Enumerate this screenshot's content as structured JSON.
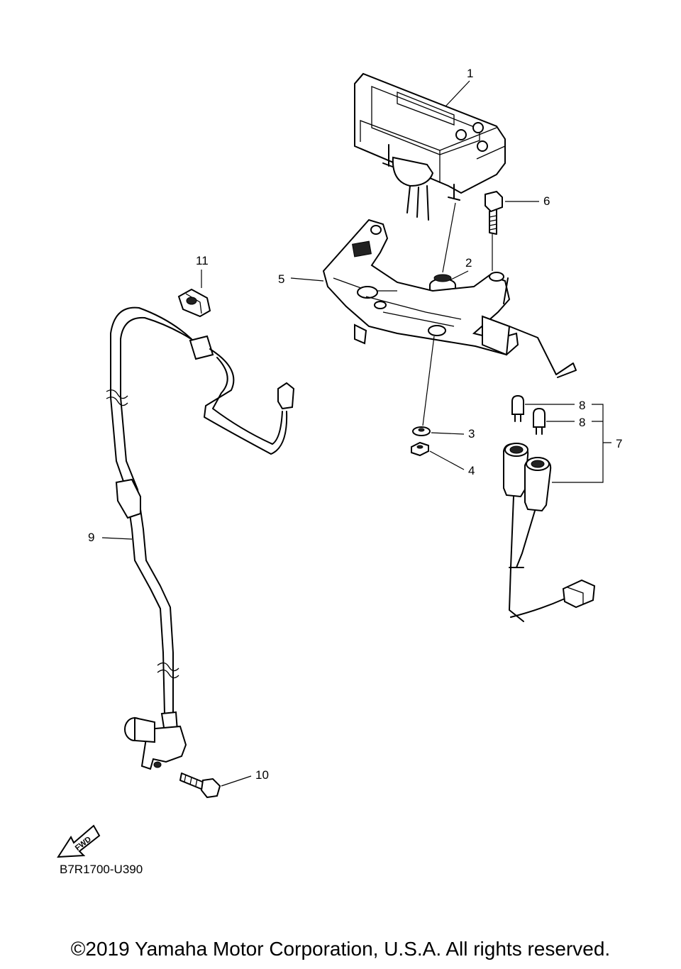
{
  "callouts": {
    "c1": "1",
    "c2": "2",
    "c3": "3",
    "c4": "4",
    "c5": "5",
    "c6": "6",
    "c7": "7",
    "c8a": "8",
    "c8b": "8",
    "c9": "9",
    "c10": "10",
    "c11": "11"
  },
  "fwd_label": "FWD",
  "diagram_code": "B7R1700-U390",
  "copyright": "©2019 Yamaha Motor Corporation, U.S.A. All rights reserved."
}
